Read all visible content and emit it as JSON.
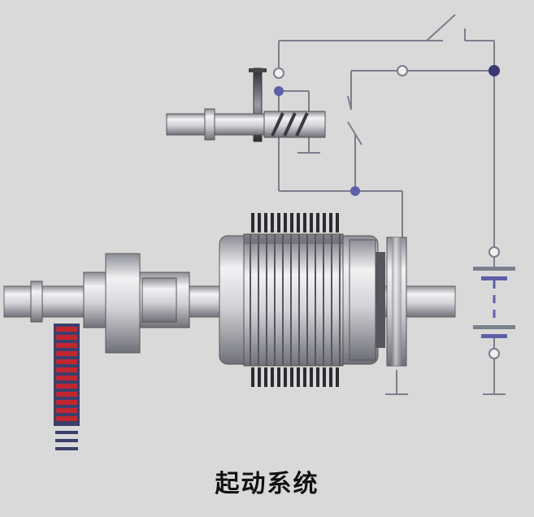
{
  "diagram": {
    "caption": "起动系统",
    "components": {
      "solenoid_plunger": "solenoid-plunger",
      "ignition_switch": "ignition-switch",
      "magnetic_switch": "magnetic-switch",
      "pinion_gear": "pinion-gear",
      "armature": "armature",
      "commutator": "commutator",
      "battery": "battery",
      "flywheel_ring_gear": "flywheel-ring-gear"
    },
    "colors": {
      "background": "#d9d9d9",
      "wire": "#7a7f8c",
      "node": "#5f5fa8",
      "metal_light": "#e6e6e8",
      "metal_dark": "#6f7078",
      "ring_gear_tooth": "#c0262d",
      "ring_gear_gap": "#3b3f6b"
    }
  }
}
